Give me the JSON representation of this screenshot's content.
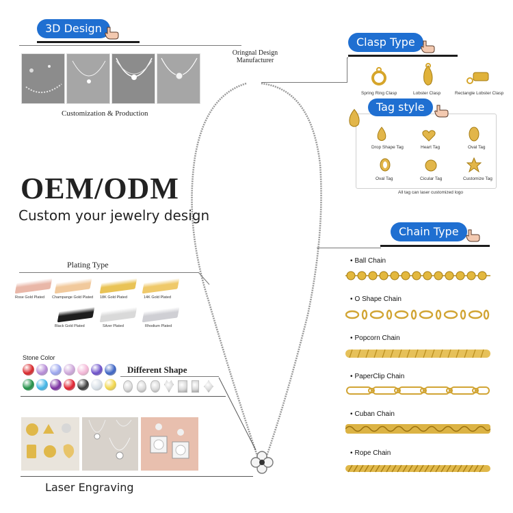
{
  "sections": {
    "design": {
      "button": "3D Design",
      "caption": "Customization & Production",
      "manufacturer_line1": "Oringnal Design",
      "manufacturer_line2": "Manufacturer"
    },
    "oem": {
      "title": "OEM/ODM",
      "subtitle": "Custom your jewelry design"
    },
    "clasp": {
      "button": "Clasp Type",
      "items": [
        "Spring Ring Clasp",
        "Lobster Clasp",
        "Rectangle Lobster Clasp"
      ]
    },
    "tag": {
      "button": "Tag style",
      "items": [
        "Drop Shape Tag",
        "Heart Tag",
        "Oval Tag",
        "Oval Tag",
        "Cicular Tag",
        "Customize Tag"
      ],
      "note": "All tag can laser customized logo"
    },
    "chain": {
      "button": "Chain Type",
      "items": [
        "Ball Chain",
        "O Shape Chain",
        "Popcorn Chain",
        "PaperClip Chain",
        "Cuban Chain",
        "Rope Chain"
      ]
    },
    "plating": {
      "title": "Plating Type",
      "items": [
        "Rose Gold Plated",
        "Champange Gold Plated",
        "18K Gold Plated",
        "14K Gold Plated",
        "Black Gold Plated",
        "Silver Plated",
        "Rhodium Plated"
      ],
      "colors": [
        "#e9b7a8",
        "#f1c99c",
        "#e9c356",
        "#efc96a",
        "#1d1d1d",
        "#d9d9d9",
        "#cfcfd4"
      ]
    },
    "stone": {
      "title": "Stone Color",
      "colors": [
        "#d8262a",
        "#b58ad6",
        "#9aa5ee",
        "#cda6d9",
        "#f3b6d6",
        "#6b4fc9",
        "#3b63c4",
        "#1f8f45",
        "#3fb4e6",
        "#7a2fa0",
        "#e0202e",
        "#3a3a3a",
        "#d7dfe6",
        "#f2d64a"
      ]
    },
    "shape": {
      "title": "Different Shape"
    },
    "laser": {
      "title": "Laser Engraving"
    }
  }
}
